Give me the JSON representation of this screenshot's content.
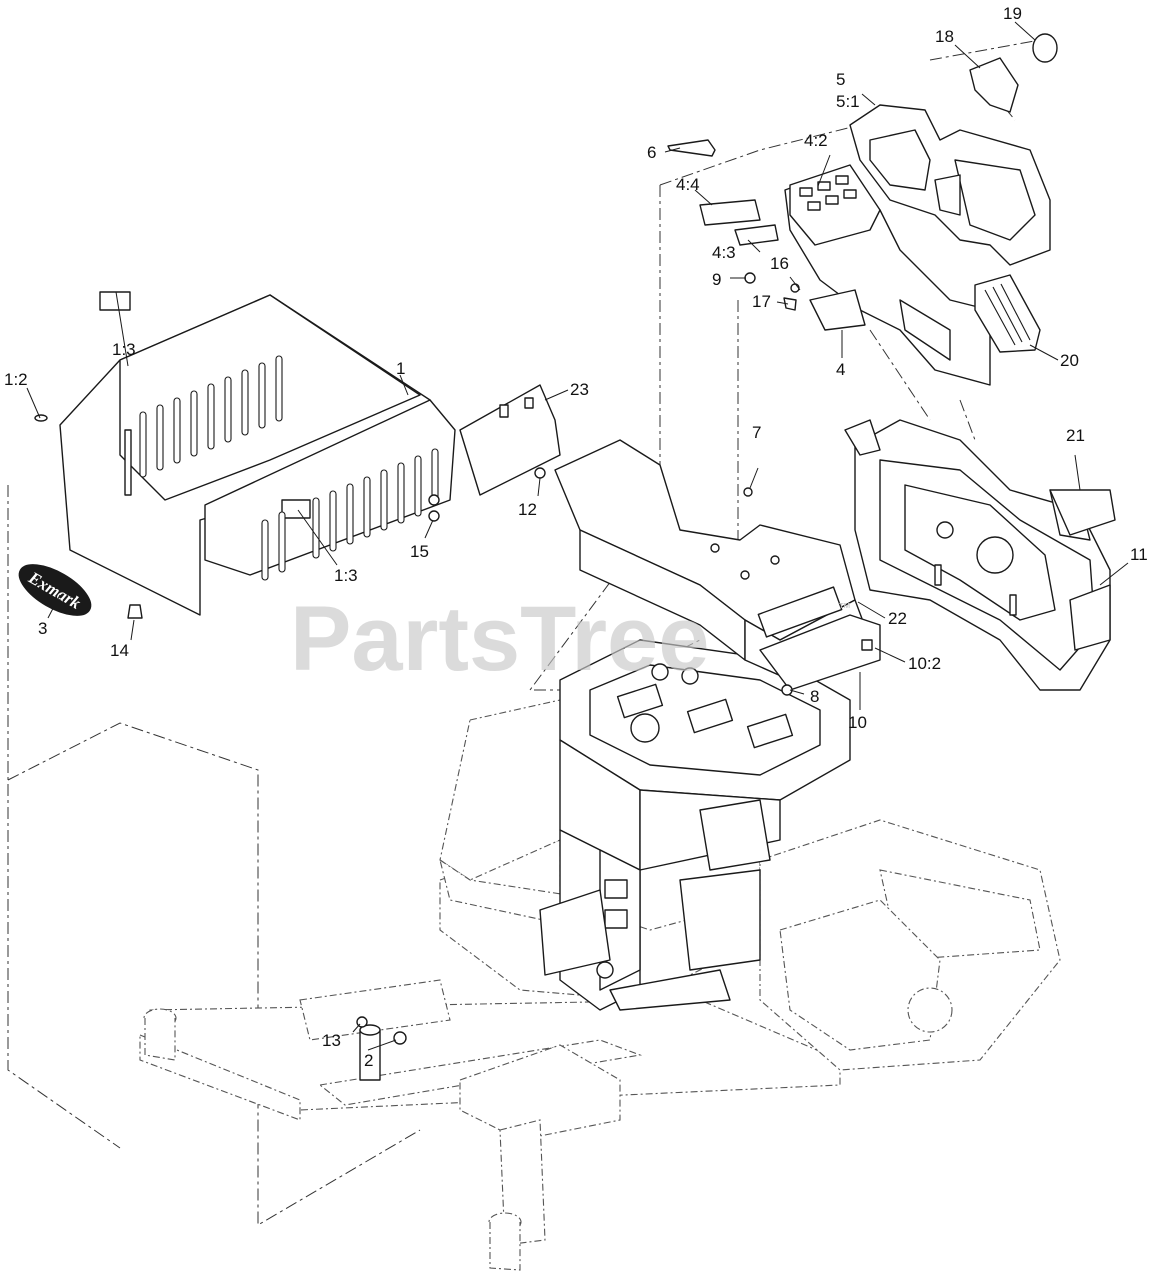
{
  "watermark": {
    "text": "PartsTree",
    "mark": "™"
  },
  "logo": {
    "text": "Exmark"
  },
  "callouts": {
    "c1": "1",
    "c1_2": "1:2",
    "c1_3a": "1:3",
    "c1_3b": "1:3",
    "c2": "2",
    "c3": "3",
    "c4": "4",
    "c4_2": "4:2",
    "c4_3": "4:3",
    "c4_4": "4:4",
    "c5": "5",
    "c5_1": "5:1",
    "c6": "6",
    "c7": "7",
    "c8": "8",
    "c9": "9",
    "c10": "10",
    "c10_2": "10:2",
    "c11": "11",
    "c12": "12",
    "c13": "13",
    "c14": "14",
    "c15": "15",
    "c16": "16",
    "c17": "17",
    "c18": "18",
    "c19": "19",
    "c20": "20",
    "c21": "21",
    "c22": "22",
    "c23": "23"
  }
}
